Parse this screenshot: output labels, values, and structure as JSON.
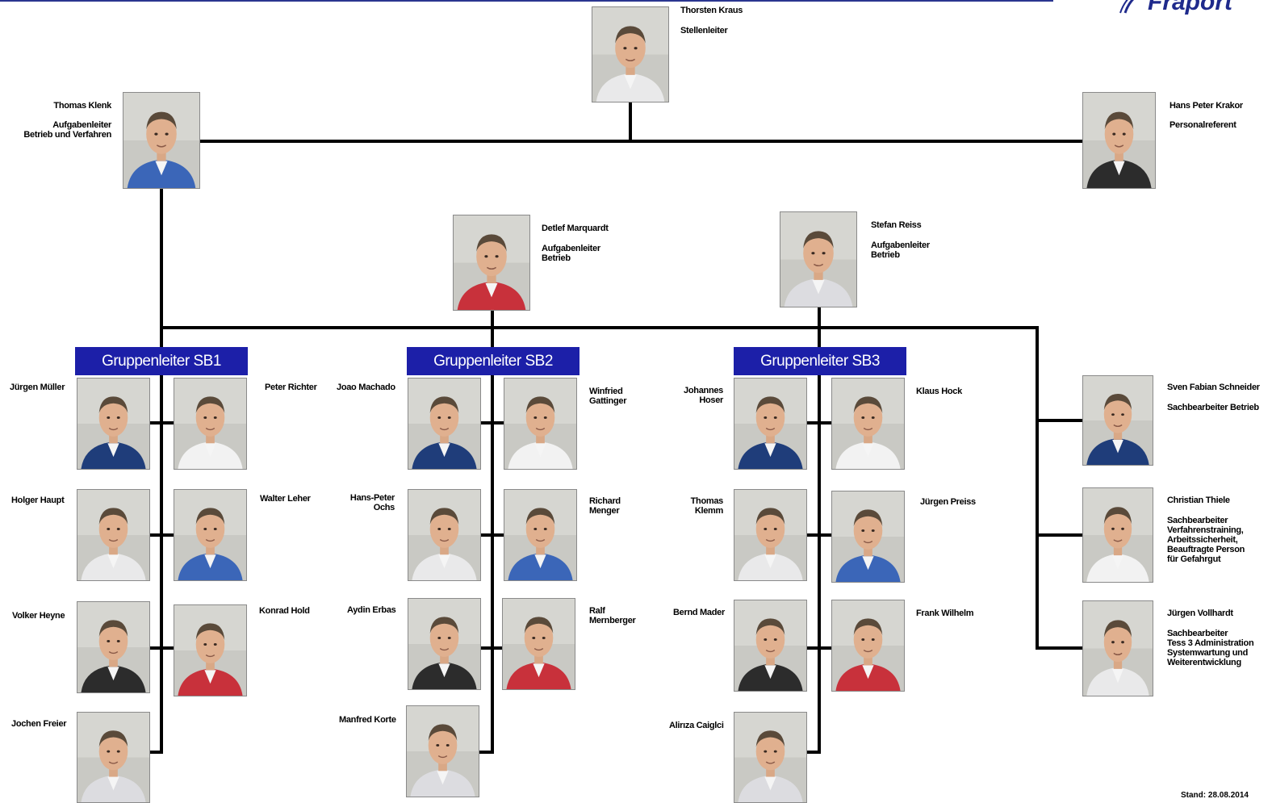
{
  "brand": {
    "logo_text": "Fraport",
    "accent_color": "#1c1fa8"
  },
  "footer": {
    "stand": "Stand: 28.08.2014"
  },
  "groups": {
    "sb1": "Gruppenleiter SB1",
    "sb2": "Gruppenleiter SB2",
    "sb3": "Gruppenleiter SB3"
  },
  "people": {
    "kraus": {
      "name": "Thorsten Kraus",
      "role": "Stellenleiter"
    },
    "klenk": {
      "name": "Thomas Klenk",
      "role": "Aufgabenleiter\nBetrieb und Verfahren"
    },
    "krakor": {
      "name": "Hans Peter Krakor",
      "role": "Personalreferent"
    },
    "marquardt": {
      "name": "Detlef Marquardt",
      "role": "Aufgabenleiter\nBetrieb"
    },
    "reiss": {
      "name": "Stefan Reiss",
      "role": "Aufgabenleiter\nBetrieb"
    },
    "mueller": {
      "name": "Jürgen Müller"
    },
    "richter": {
      "name": "Peter Richter"
    },
    "haupt": {
      "name": "Holger Haupt"
    },
    "leher": {
      "name": "Walter Leher"
    },
    "heyne": {
      "name": "Volker Heyne"
    },
    "hold": {
      "name": "Konrad Hold"
    },
    "freier": {
      "name": "Jochen Freier"
    },
    "machado": {
      "name": "Joao Machado"
    },
    "gattinger": {
      "name": "Winfried\nGattinger"
    },
    "ochs": {
      "name": "Hans-Peter\nOchs"
    },
    "menger": {
      "name": "Richard\nMenger"
    },
    "erbas": {
      "name": "Aydin Erbas"
    },
    "mernberger": {
      "name": "Ralf\nMernberger"
    },
    "korte": {
      "name": "Manfred Korte"
    },
    "hoser": {
      "name": "Johannes\nHoser"
    },
    "hock": {
      "name": "Klaus Hock"
    },
    "klemm": {
      "name": "Thomas\nKlemm"
    },
    "preiss": {
      "name": "Jürgen Preiss"
    },
    "mader": {
      "name": "Bernd Mader"
    },
    "wilhelm": {
      "name": "Frank Wilhelm"
    },
    "caiglci": {
      "name": "Alirıza Caiglci"
    },
    "schneider": {
      "name": "Sven Fabian Schneider",
      "role": "Sachbearbeiter Betrieb"
    },
    "thiele": {
      "name": "Christian Thiele",
      "role": "Sachbearbeiter\nVerfahrenstraining,\nArbeitssicherheit,\nBeauftragte Person\nfür Gefahrgut"
    },
    "vollhardt": {
      "name": "Jürgen Vollhardt",
      "role": "Sachbearbeiter\nTess 3 Administration\nSystemwartung und\nWeiterentwicklung"
    }
  }
}
